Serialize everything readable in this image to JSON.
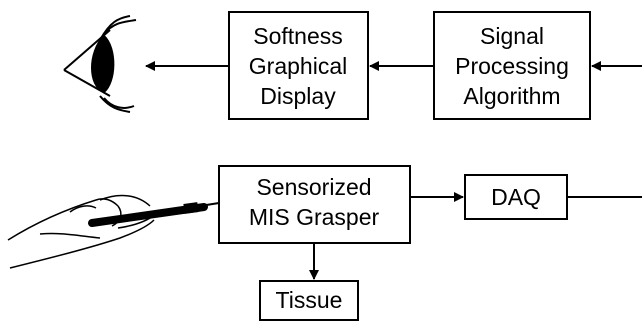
{
  "diagram": {
    "boxes": {
      "display": {
        "lines": [
          "Softness",
          "Graphical",
          "Display"
        ]
      },
      "signal": {
        "lines": [
          "Signal",
          "Processing",
          "Algorithm"
        ]
      },
      "grasper": {
        "lines": [
          "Sensorized",
          "MIS Grasper"
        ]
      },
      "daq": {
        "lines": [
          "DAQ"
        ]
      },
      "tissue": {
        "lines": [
          "Tissue"
        ]
      }
    },
    "icons": {
      "eye": "eye-icon",
      "hand": "hand-holding-instrument-icon"
    },
    "colors": {
      "stroke": "#000000",
      "background": "#ffffff"
    }
  }
}
